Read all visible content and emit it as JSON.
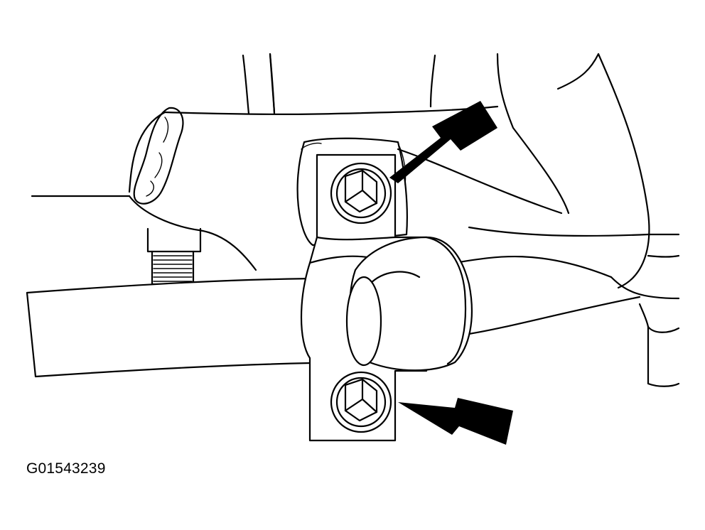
{
  "figure": {
    "id_label": "G01543239"
  },
  "callouts": [
    {
      "target": "upper-bracket-bolt",
      "style": "arrow"
    },
    {
      "target": "lower-bracket-bolt",
      "style": "arrow"
    }
  ]
}
